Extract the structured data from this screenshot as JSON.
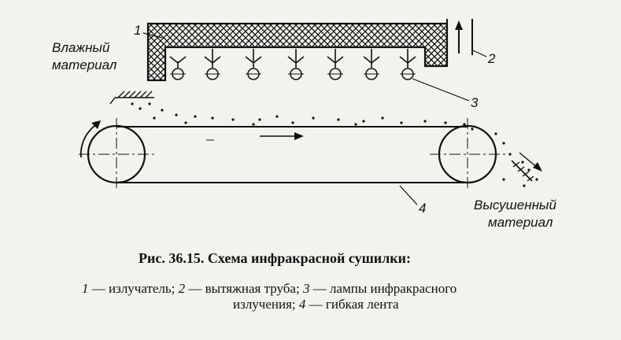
{
  "labels": {
    "wet_material_line1": "Влажный",
    "wet_material_line2": "материал",
    "dried_material_line1": "Высушенный",
    "dried_material_line2": "материал"
  },
  "numbers": {
    "n1": "1",
    "n2": "2",
    "n3": "3",
    "n4": "4"
  },
  "caption": {
    "title": "Рис. 36.15. Схема инфракрасной сушилки:",
    "legend": [
      {
        "num": "1",
        "text": " — излучатель; "
      },
      {
        "num": "2",
        "text": " — вытяжная труба; "
      },
      {
        "num": "3",
        "text": " — лампы инфракрасного"
      }
    ],
    "line2_pre": "излучения; ",
    "line2_num": "4",
    "line2_text": " — гибкая лента"
  },
  "colors": {
    "ink": "#111111",
    "paper": "#f3f2ee"
  }
}
